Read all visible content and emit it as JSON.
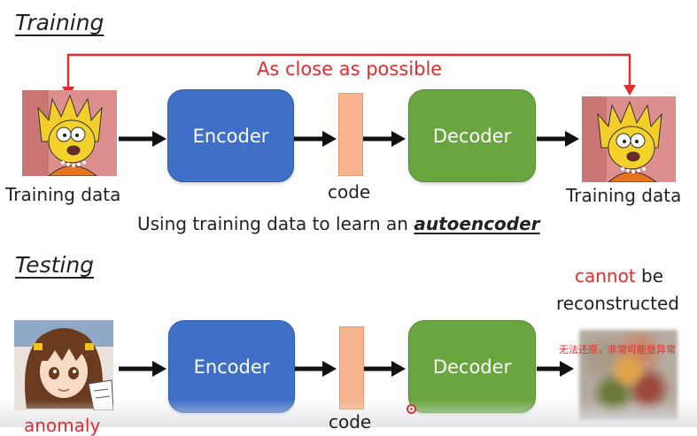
{
  "training": {
    "title": "Training",
    "feedback_label": "As close as possible",
    "input_label": "Training data",
    "output_label": "Training data",
    "encoder_label": "Encoder",
    "decoder_label": "Decoder",
    "code_label": "code",
    "caption_prefix": "Using training data to learn an ",
    "caption_emphasis": "autoencoder"
  },
  "testing": {
    "title": "Testing",
    "encoder_label": "Encoder",
    "decoder_label": "Decoder",
    "code_label": "code",
    "input_label": "anomaly",
    "output_note_red": "cannot",
    "output_note_rest": " be",
    "output_note_line2": "reconstructed",
    "annotation_cn": "无法还原，非常可能是异常"
  },
  "colors": {
    "encoder": "#3f6fc7",
    "decoder": "#6aa640",
    "code": "#f7b48f",
    "feedback": "#e02e2e"
  }
}
